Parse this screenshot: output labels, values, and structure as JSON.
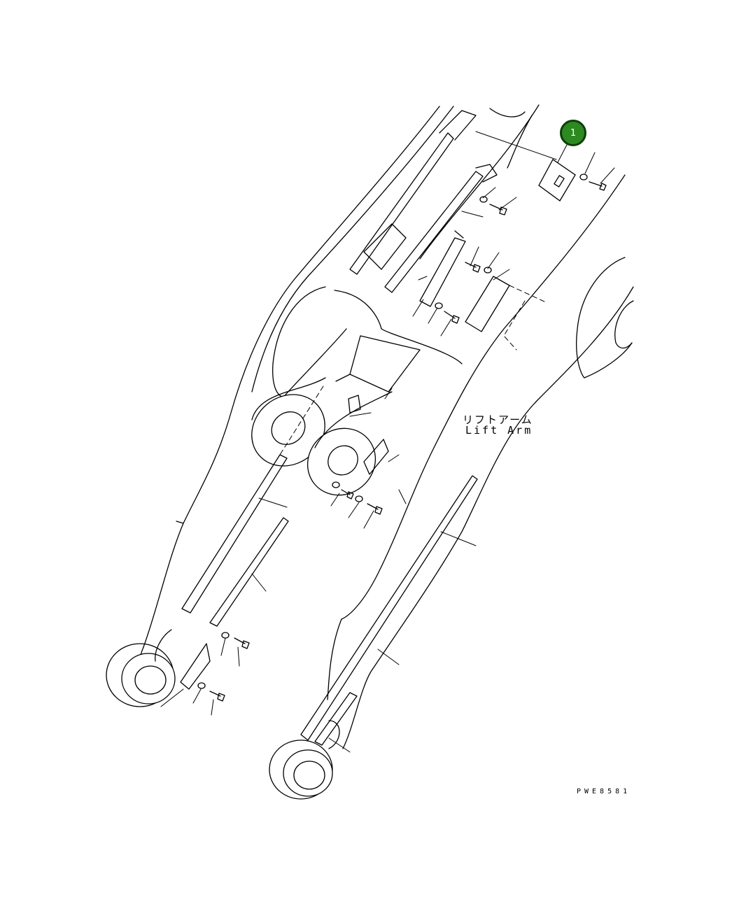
{
  "labels": {
    "japanese": "リフトアーム",
    "english": "Lift Arm"
  },
  "drawing_code": "PWE8581",
  "callouts": [
    {
      "number": "1",
      "color": "#2c8a20"
    }
  ]
}
